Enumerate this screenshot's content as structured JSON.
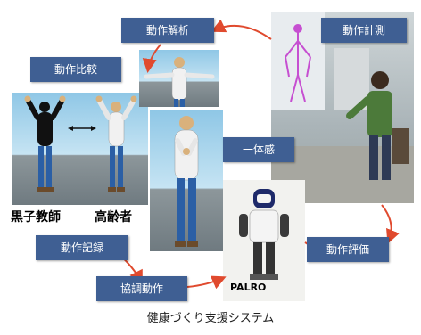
{
  "labels": {
    "motion_analysis": "動作解析",
    "motion_measurement": "動作計測",
    "motion_comparison": "動作比較",
    "sense_of_unity": "一体感",
    "motion_recording": "動作記録",
    "motion_evaluation": "動作評価",
    "coordinated_motion": "協調動作"
  },
  "figure_captions": {
    "kuroko_teacher": "黒子教師",
    "elderly": "高齢者",
    "robot_name": "PALRO"
  },
  "caption": "健康づくり支援システム",
  "colors": {
    "label_bg": "#3f5f93",
    "arrow": "#e04a2e"
  }
}
